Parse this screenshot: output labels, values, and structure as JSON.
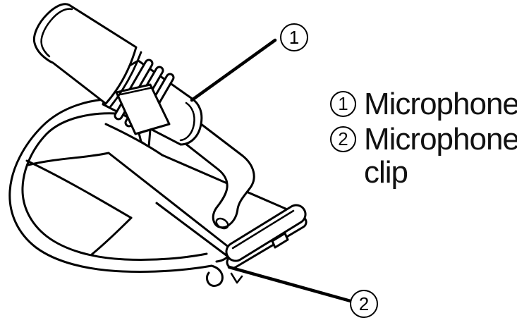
{
  "figure": {
    "type": "technical-line-illustration",
    "subject": "Lavalier microphone mounted in a microphone clip",
    "background_color": "#ffffff",
    "line_color": "#000000",
    "text_color": "#111111"
  },
  "callouts": [
    {
      "number": "1"
    },
    {
      "number": "2"
    }
  ],
  "legend": {
    "items": [
      {
        "number": "1",
        "lines": [
          "Microphone"
        ]
      },
      {
        "number": "2",
        "lines": [
          "Microphone",
          "clip"
        ]
      }
    ]
  }
}
